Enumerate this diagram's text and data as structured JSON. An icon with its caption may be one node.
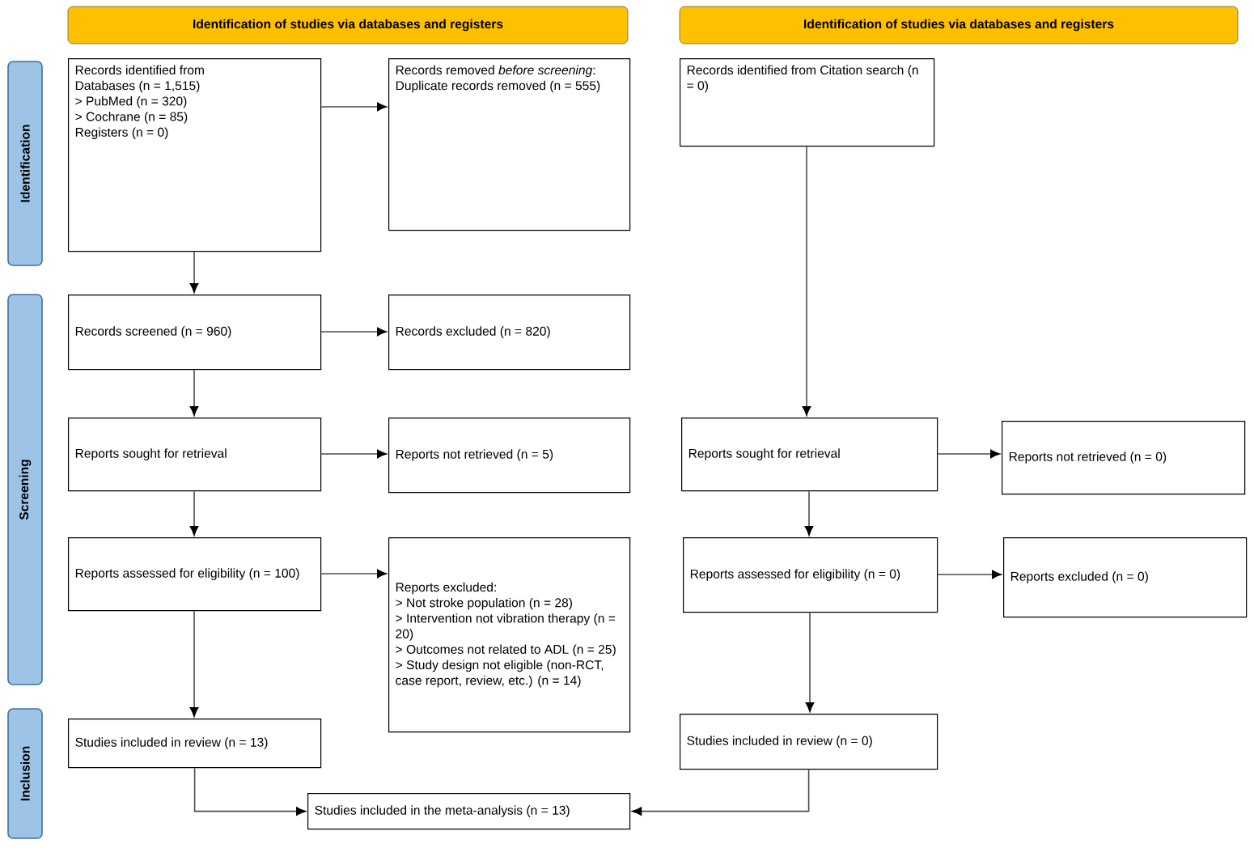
{
  "diagram": {
    "nodes": [
      {
        "text": [
          "Identification of studies via databases and registers"
        ]
      },
      {
        "text": [
          "Identification of studies via databases and registers"
        ]
      },
      {
        "text": [
          "Identification"
        ]
      },
      {
        "text": [
          "Screening"
        ]
      },
      {
        "text": [
          "Inclusion"
        ]
      },
      {
        "text": [
          "Records identified from",
          "Databases (n = 1,515)",
          "> PubMed (n = 320)",
          "> Cochrane (n = 85)",
          "Registers (n = 0)"
        ]
      },
      {
        "text": [
          "Records removed *before screening*:",
          "Duplicate records removed (n = 555)"
        ]
      },
      {
        "text": [
          "Records screened (n = 960)"
        ]
      },
      {
        "text": [
          "Records excluded (n = 820)"
        ]
      },
      {
        "text": [
          "Reports sought for retrieval"
        ]
      },
      {
        "text": [
          "Reports not retrieved (n = 5)"
        ]
      },
      {
        "text": [
          "Reports assessed for eligibility (n = 100)"
        ]
      },
      {
        "text": [
          "Reports excluded:",
          "> Not stroke population (n = 28)",
          "> Intervention not vibration therapy (n = 20)",
          "> Outcomes not related to ADL (n = 25)",
          "> Study design not eligible (non-RCT, case report, review, etc.) (n = 14)"
        ]
      },
      {
        "text": [
          "Studies included in review (n = 13)"
        ]
      },
      {
        "text": [
          "Studies included in the meta-analysis (n = 13)"
        ]
      },
      {
        "text": [
          "Records identified from Citation search (n = 0)"
        ]
      },
      {
        "text": [
          "Reports sought for retrieval"
        ]
      },
      {
        "text": [
          "Reports not retrieved (n = 0)"
        ]
      },
      {
        "text": [
          "Reports assessed for eligibility (n = 0)"
        ]
      },
      {
        "text": [
          "Reports excluded (n = 0)"
        ]
      },
      {
        "text": [
          "Studies included in review (n = 0)"
        ]
      }
    ],
    "edges": [
      {
        "from": 5,
        "to": 6,
        "arrow": "to"
      },
      {
        "from": 5,
        "to": 7,
        "arrow": "to"
      },
      {
        "from": 7,
        "to": 8,
        "arrow": "to"
      },
      {
        "from": 7,
        "to": 9,
        "arrow": "to"
      },
      {
        "from": 9,
        "to": 10,
        "arrow": "to"
      },
      {
        "from": 9,
        "to": 11,
        "arrow": "to"
      },
      {
        "from": 11,
        "to": 12,
        "arrow": "to"
      },
      {
        "from": 11,
        "to": 13,
        "arrow": "to"
      },
      {
        "from": 13,
        "to": 14,
        "arrow": "to"
      },
      {
        "from": 15,
        "to": 16,
        "arrow": "to"
      },
      {
        "from": 16,
        "to": 17,
        "arrow": "to"
      },
      {
        "from": 16,
        "to": 18,
        "arrow": "to"
      },
      {
        "from": 18,
        "to": 19,
        "arrow": "to"
      },
      {
        "from": 18,
        "to": 20,
        "arrow": "to"
      },
      {
        "from": 20,
        "to": 14,
        "arrow": "to"
      }
    ]
  }
}
